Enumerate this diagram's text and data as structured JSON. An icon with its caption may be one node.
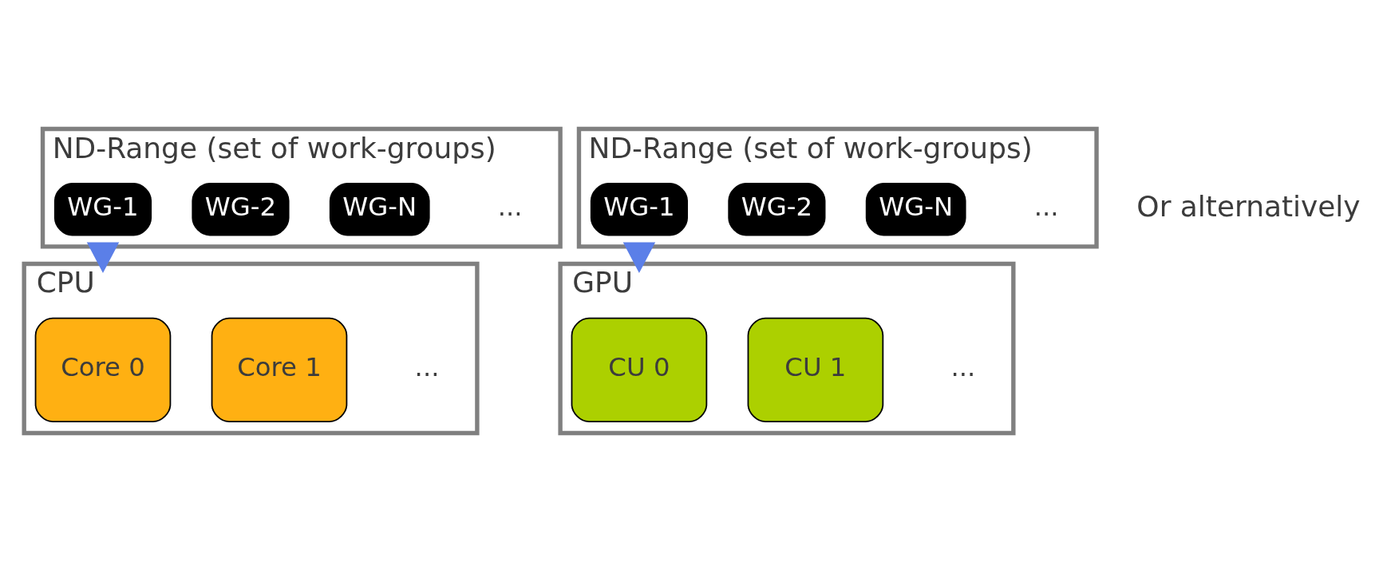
{
  "diagram": {
    "nodes": [
      {
        "text": [
          "ND-Range (set of work-groups)"
        ]
      },
      {
        "text": [
          "WG-1"
        ],
        "in": 0
      },
      {
        "text": [
          "WG-2"
        ],
        "in": 0
      },
      {
        "text": [
          "WG-N"
        ],
        "in": 0
      },
      {
        "text": [
          "CPU"
        ]
      },
      {
        "text": [
          "Core 0"
        ],
        "in": 4
      },
      {
        "text": [
          "Core 1"
        ],
        "in": 4
      },
      {
        "text": [
          "ND-Range (set of work-groups)"
        ]
      },
      {
        "text": [
          "WG-1"
        ],
        "in": 7
      },
      {
        "text": [
          "WG-2"
        ],
        "in": 7
      },
      {
        "text": [
          "WG-N"
        ],
        "in": 7
      },
      {
        "text": [
          "GPU"
        ]
      },
      {
        "text": [
          "CU 0"
        ],
        "in": 11
      },
      {
        "text": [
          "CU 1"
        ],
        "in": 11
      }
    ],
    "edges": [
      {
        "from": 0,
        "to": 4,
        "arrow": "to",
        "style": "thick",
        "color": "#5b7fe8"
      },
      {
        "from": 7,
        "to": 11,
        "arrow": "to",
        "style": "thick",
        "color": "#5b7fe8"
      }
    ],
    "labels": [
      "...",
      "...",
      "Or alternatively",
      "...",
      "..."
    ]
  }
}
